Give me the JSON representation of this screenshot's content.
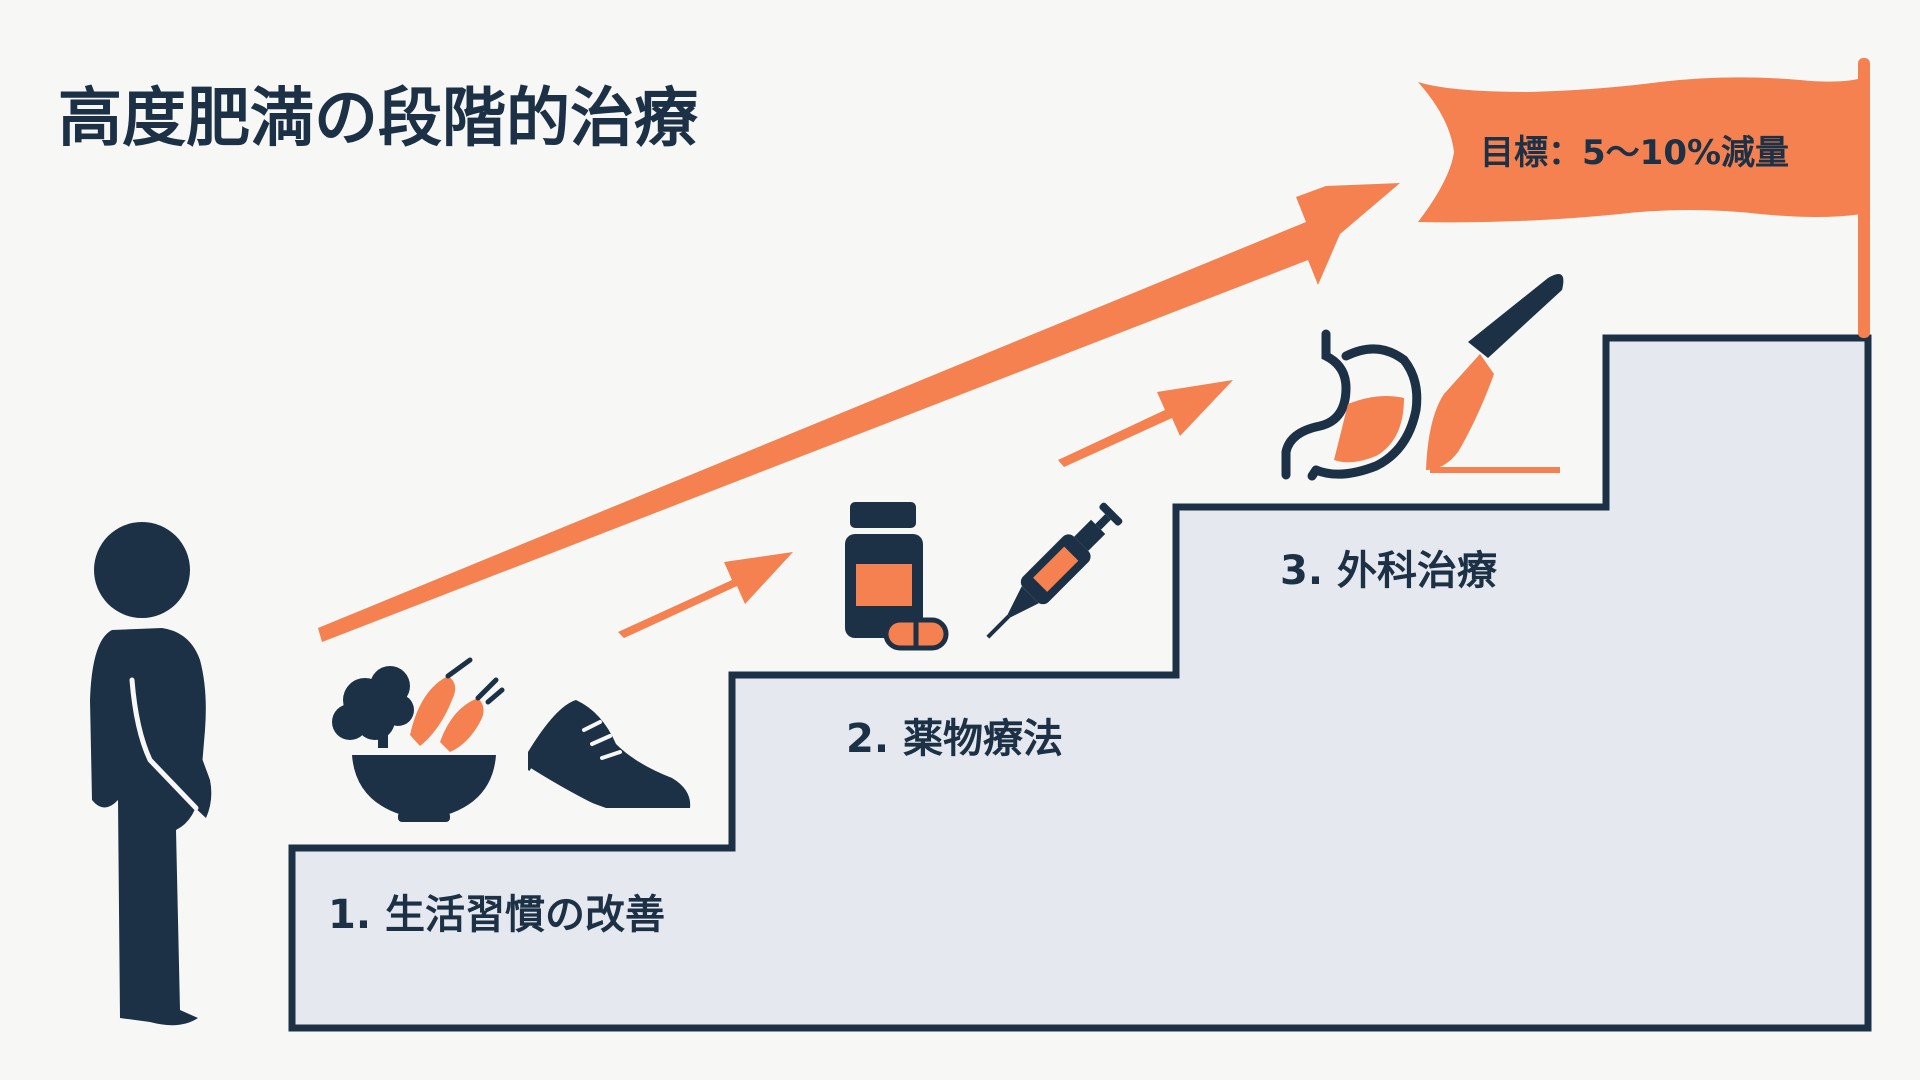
{
  "title": "高度肥満の段階的治療",
  "steps": [
    {
      "label": "1. 生活習慣の改善",
      "icons": [
        "salad-bowl-icon",
        "sneaker-icon"
      ]
    },
    {
      "label": "2. 薬物療法",
      "icons": [
        "medicine-bottle-icon",
        "injection-pen-icon"
      ]
    },
    {
      "label": "3. 外科治療",
      "icons": [
        "stomach-icon",
        "scalpel-icon"
      ]
    }
  ],
  "goal": {
    "label": "目標：5〜10%減量",
    "icon": "goal-flag-icon"
  },
  "person": {
    "icon": "person-silhouette-icon"
  },
  "colors": {
    "background": "#f7f7f5",
    "navy": "#1c3146",
    "accent": "#f4814f",
    "stairs_fill": "#e5e8ee"
  }
}
